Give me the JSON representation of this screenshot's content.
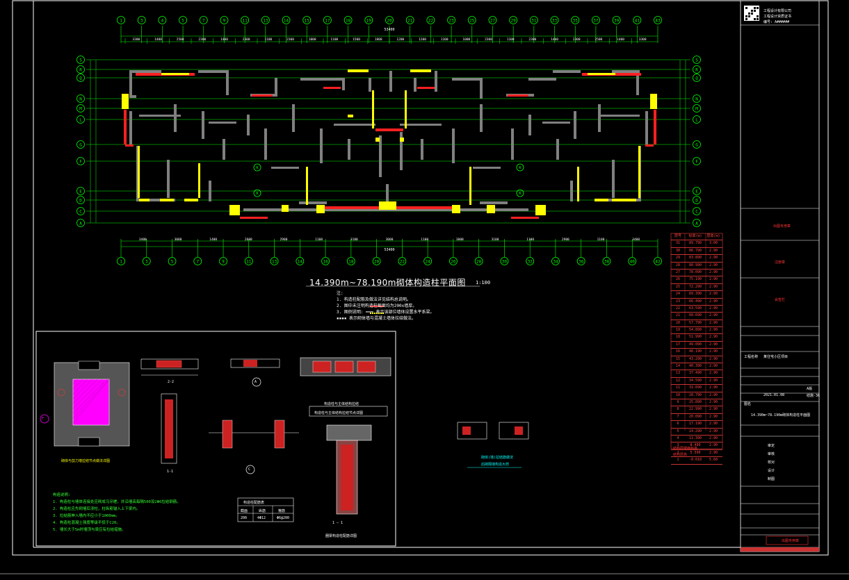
{
  "plan": {
    "title": "14.390m~78.190m砌体构造柱平面图",
    "scale": "1:100",
    "total_dim": "53400",
    "axis_labels_top": [
      "1",
      "3",
      "4",
      "5",
      "7",
      "9",
      "11",
      "13",
      "14",
      "15",
      "17",
      "18",
      "19",
      "20",
      "21",
      "22",
      "23",
      "25",
      "27",
      "29",
      "31",
      "33",
      "35",
      "37",
      "39",
      "41",
      "43"
    ],
    "axis_labels_bottom": [
      "1",
      "3",
      "5",
      "7",
      "9",
      "11",
      "13",
      "14",
      "16",
      "18",
      "20",
      "22",
      "24",
      "26",
      "28",
      "30",
      "32",
      "34",
      "36",
      "38",
      "40",
      "42"
    ],
    "axis_labels_left": [
      "S",
      "R",
      "Q",
      "N",
      "M",
      "L",
      "G",
      "F",
      "E",
      "D",
      "C",
      "A"
    ],
    "axis_labels_mid": [
      "K",
      "K",
      "K",
      "K"
    ],
    "top_dims": [
      "3300",
      "1400",
      "2500",
      "2300",
      "1400",
      "2300",
      "1100",
      "2300",
      "1000",
      "1100",
      "1500",
      "1800",
      "1200",
      "1200",
      "1100",
      "1000",
      "2300",
      "1100",
      "2300",
      "1400",
      "2300",
      "2500",
      "1400",
      "3300"
    ],
    "bottom_dims": [
      "3400",
      "3000",
      "1400",
      "2600",
      "2900",
      "1100",
      "3100",
      "3000",
      "1100",
      "3000",
      "3100",
      "1100",
      "2900",
      "1100",
      "3400"
    ]
  },
  "notes": {
    "label": "注:",
    "lines": [
      "1. 构造柱配筋及做法详见结构总说明。",
      "2. 图中未注明构造柱截面均为200x墙厚。",
      "3. 图例说明: ━━━ 表示该部位墙体设置水平系梁。",
      "              ▪▪▪▪ 表示砌体墙与混凝土墙体拉结做法。"
    ]
  },
  "details": {
    "section_22": "2-2",
    "section_11": "1-1",
    "section_11b": "1 — 1",
    "marker_a": "A",
    "marker_c": "C",
    "marker_f": "F",
    "detail_title_left": "砌体与剪力墙拉结节点做法详图",
    "detail_title_mid": "构造柱与主体结构拉结",
    "detail_title_mid2": "构造柱与主体结构拉结节点详图",
    "detail_title_bottom": "圈梁构造柱配筋详图",
    "detail_title_small": "砌体(墙)拉结筋做法",
    "detail_title_small2": "后砌隔墙构造大样",
    "table_header": "构造柱配筋表",
    "table_cols": [
      "截面",
      "纵筋",
      "箍筋"
    ],
    "table_row": [
      "200",
      "4Φ12",
      "Φ6@200"
    ],
    "general_notes_title": "构造说明:",
    "general_notes": [
      "1. 构造柱与墙体连接处应砌成马牙槎，并沿墙高每隔500设2Φ6拉结钢筋。",
      "2. 构造柱应先砌墙后浇柱，柱纵筋锚入上下梁内。",
      "3. 拉结筋伸入墙内不应小于1000mm。",
      "4. 构造柱混凝土强度等级不低于C20。",
      "5. 墙长大于5m时墙顶与梁应有拉结措施。"
    ]
  },
  "story_table": {
    "header": [
      "层号",
      "标高(m)",
      "层高(m)"
    ],
    "rows": [
      [
        "31",
        "89.790",
        "3.00"
      ],
      [
        "30",
        "86.790",
        "2.90"
      ],
      [
        "29",
        "83.890",
        "2.90"
      ],
      [
        "28",
        "80.990",
        "2.90"
      ],
      [
        "27",
        "78.090",
        "2.90"
      ],
      [
        "26",
        "75.190",
        "2.90"
      ],
      [
        "25",
        "72.290",
        "2.90"
      ],
      [
        "24",
        "69.390",
        "2.90"
      ],
      [
        "23",
        "66.490",
        "2.90"
      ],
      [
        "22",
        "63.590",
        "2.90"
      ],
      [
        "21",
        "60.690",
        "2.90"
      ],
      [
        "20",
        "57.790",
        "2.90"
      ],
      [
        "19",
        "54.890",
        "2.90"
      ],
      [
        "18",
        "51.990",
        "2.90"
      ],
      [
        "17",
        "49.090",
        "2.90"
      ],
      [
        "16",
        "46.190",
        "2.90"
      ],
      [
        "15",
        "43.290",
        "2.90"
      ],
      [
        "14",
        "40.390",
        "2.90"
      ],
      [
        "13",
        "37.490",
        "2.90"
      ],
      [
        "12",
        "34.590",
        "2.90"
      ],
      [
        "11",
        "31.690",
        "2.90"
      ],
      [
        "10",
        "28.790",
        "2.90"
      ],
      [
        "9",
        "25.890",
        "2.90"
      ],
      [
        "8",
        "22.990",
        "2.90"
      ],
      [
        "7",
        "20.090",
        "2.90"
      ],
      [
        "6",
        "17.190",
        "2.90"
      ],
      [
        "5",
        "14.290",
        "2.90"
      ],
      [
        "4",
        "11.390",
        "2.90"
      ],
      [
        "3",
        "8.490",
        "2.90"
      ],
      [
        "2",
        "5.590",
        "2.90"
      ],
      [
        "1",
        "-0.010",
        "5.60"
      ]
    ],
    "footer": "结构层楼面标高",
    "footer2": "结构层高"
  },
  "title_block": {
    "company_lines": [
      "工程设计有限公司",
      "工程设计资质证书",
      "编号: A######"
    ],
    "stamp_1": "出图专用章",
    "stamp_2": "注册章",
    "stamp_3": "会签栏",
    "project_label": "工程名称",
    "project_name": "某住宅小区项目",
    "drawing_label": "图名",
    "drawing_name": "14.390m~78.190m砌体构造柱平面图",
    "date": "2021.01.08",
    "sheet_no": "结施-36",
    "version": "A版",
    "roles": [
      "审定",
      "审核",
      "校对",
      "设计",
      "制图"
    ],
    "footer_stamp": "出图专用章"
  },
  "colors": {
    "grid": "#00ff00",
    "wall": "#808080",
    "concrete_wall": "#ff2020",
    "masonry": "#ffff00",
    "text": "#ffffff",
    "table": "#ff3b3b",
    "detail_hatch": "#ff00ff"
  }
}
